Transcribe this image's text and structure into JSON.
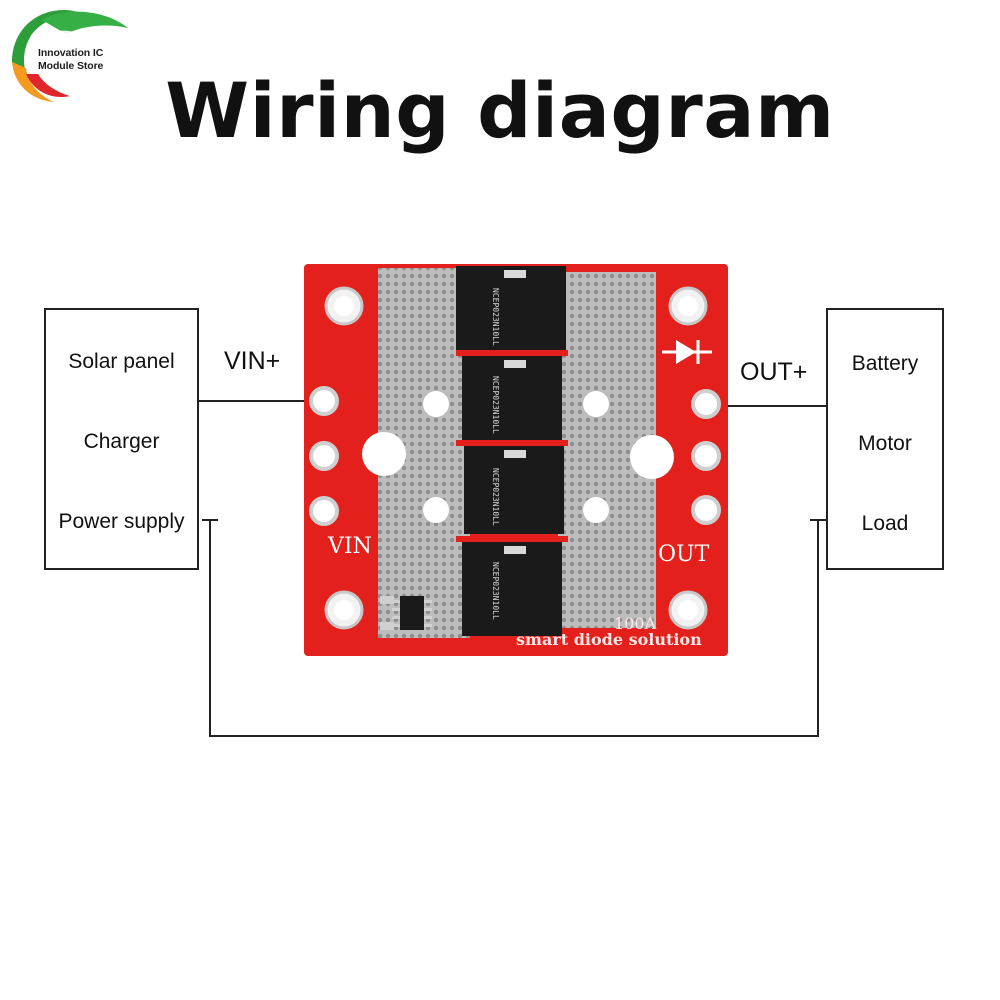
{
  "logo": {
    "line1": "Innovation IC",
    "line2": "Module Store",
    "colors": {
      "green": "#2e9e3a",
      "orange": "#f39a1f",
      "red": "#e0262a"
    }
  },
  "title": "Wiring diagram",
  "input_side": {
    "terminal_label": "VIN+",
    "sources": [
      "Solar panel",
      "Charger",
      "Power supply"
    ]
  },
  "output_side": {
    "terminal_label": "OUT+",
    "loads": [
      "Battery",
      "Motor",
      "Load"
    ]
  },
  "board": {
    "silkscreen_vin": "VIN",
    "silkscreen_out": "OUT",
    "rating": "100A",
    "tagline": "smart diode solution",
    "mosfet_marking": "NCEP023N10LL",
    "diode_symbol": "diode-icon",
    "pcb_color": "#e3201b",
    "pad_color": "#c9c9c9"
  }
}
